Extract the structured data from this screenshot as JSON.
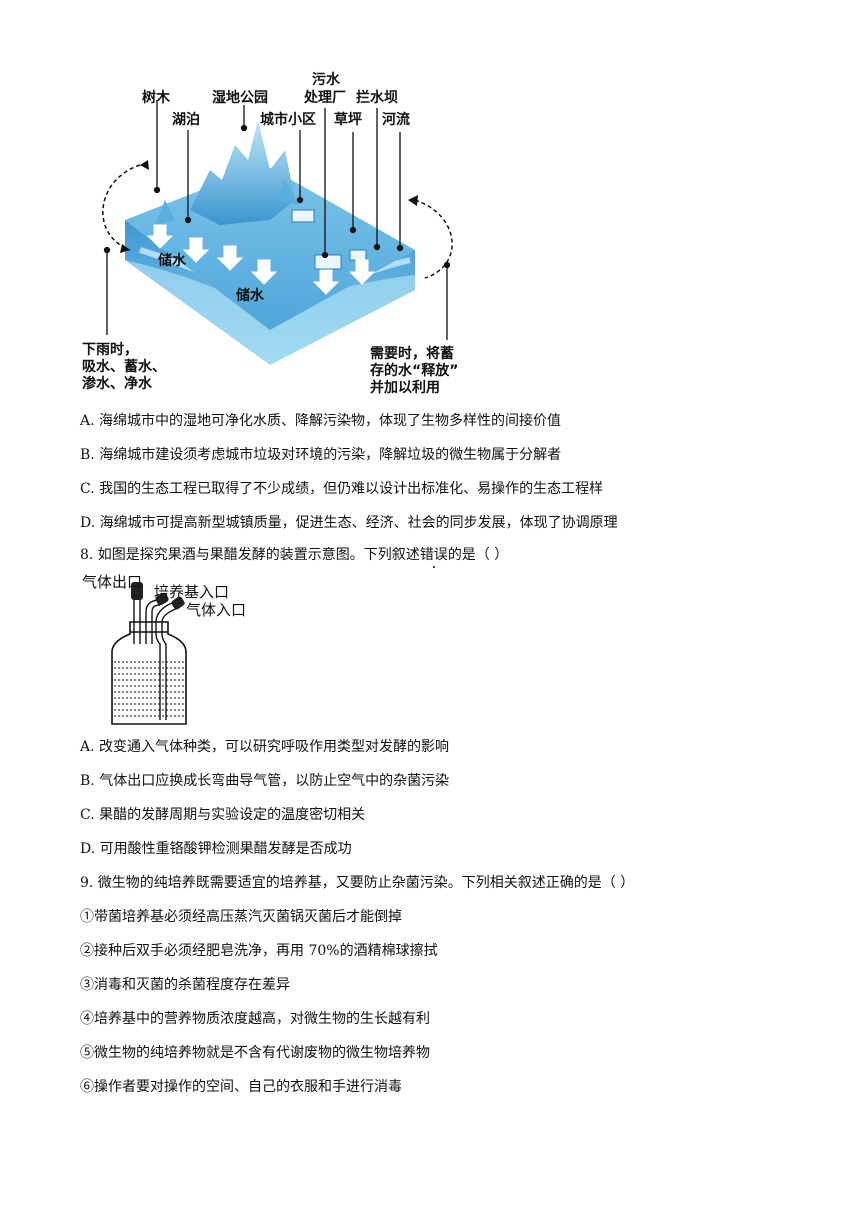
{
  "figure1": {
    "labels": {
      "trees": "树木",
      "lake": "湖泊",
      "wetland_park": "湿地公园",
      "sewage_plant_line1": "污水",
      "sewage_plant_line2": "处理厂",
      "community": "城市小区",
      "lawn": "草坪",
      "dam": "拦水坝",
      "river": "河流",
      "storage_1": "储水",
      "storage_2": "储水",
      "rain_line1": "下雨时，",
      "rain_line2": "吸水、蓄水、",
      "rain_line3": "渗水、净水",
      "need_line1": "需要时，将蓄",
      "need_line2": "存的水“释放”",
      "need_line3": "并加以利用"
    }
  },
  "q7_options": {
    "a": "A.  海绵城市中的湿地可净化水质、降解污染物，体现了生物多样性的间接价值",
    "b": "B.  海绵城市建设须考虑城市垃圾对环境的污染，降解垃圾的微生物属于分解者",
    "c": "C.  我国的生态工程已取得了不少成绩，但仍难以设计出标准化、易操作的生态工程样",
    "d": "D.  海绵城市可提高新型城镇质量，促进生态、经济、社会的同步发展，体现了协调原理"
  },
  "q8": {
    "stem_pre": "8. 如图是探究果酒与果醋发酵的装置示意图。下列叙述",
    "stem_emph": "错误",
    "stem_post": "的是（        ）",
    "figure_labels": {
      "gas_out": "气体出口",
      "medium_in": "培养基入口",
      "gas_in": "气体入口"
    },
    "options": {
      "a": "A.  改变通入气体种类，可以研究呼吸作用类型对发酵的影响",
      "b": "B.  气体出口应换成长弯曲导气管，以防止空气中的杂菌污染",
      "c": "C.  果醋的发酵周期与实验设定的温度密切相关",
      "d": "D.  可用酸性重铬酸钾检测果醋发酵是否成功"
    }
  },
  "q9": {
    "stem": "9. 微生物的纯培养既需要适宜的培养基，又要防止杂菌污染。下列相关叙述正确的是（        ）",
    "items": [
      "①带菌培养基必须经高压蒸汽灭菌锅灭菌后才能倒掉",
      "②接种后双手必须经肥皂洗净，再用 70%的酒精棉球擦拭",
      "③消毒和灭菌的杀菌程度存在差异",
      "④培养基中的营养物质浓度越高，对微生物的生长越有利",
      "⑤微生物的纯培养物就是不含有代谢废物的微生物培养物",
      "⑥操作者要对操作的空间、自己的衣服和手进行消毒"
    ]
  }
}
